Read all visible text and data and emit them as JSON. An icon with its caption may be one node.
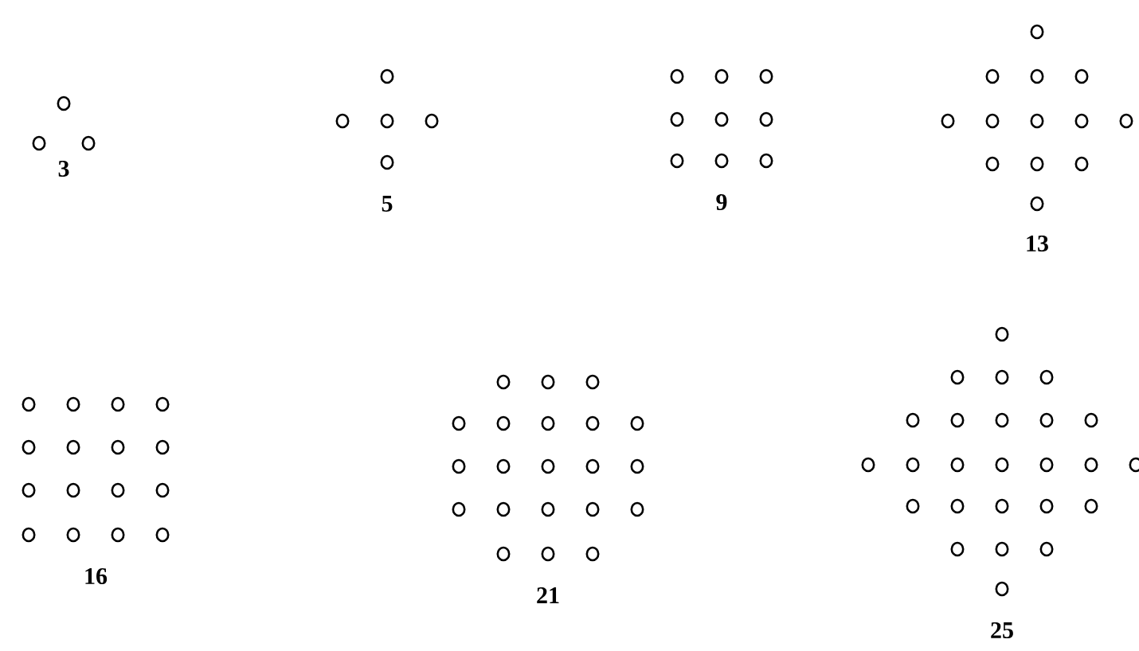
{
  "diagram": {
    "labels": [
      "3",
      "5",
      "9",
      "13",
      "16",
      "21",
      "25"
    ]
  }
}
